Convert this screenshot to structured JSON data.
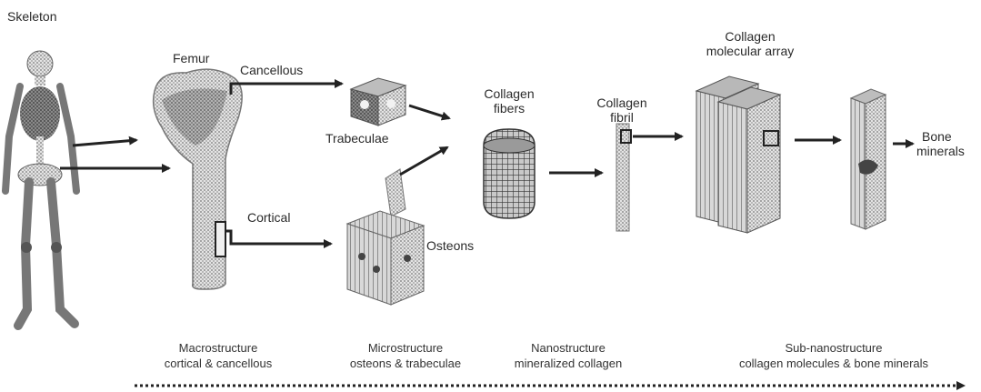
{
  "labels": {
    "skeleton": "Skeleton",
    "femur": "Femur",
    "cancellous": "Cancellous",
    "cortical": "Cortical",
    "trabeculae": "Trabeculae",
    "osteons": "Osteons",
    "collagen_fibers": [
      "Collagen",
      "fibers"
    ],
    "collagen_fibril": [
      "Collagen",
      "fibril"
    ],
    "collagen_molecular_array": [
      "Collagen",
      "molecular array"
    ],
    "bone_minerals": [
      "Bone",
      "minerals"
    ]
  },
  "scales": [
    {
      "title": "Macrostructure",
      "subtitle": "cortical & cancellous"
    },
    {
      "title": "Microstructure",
      "subtitle": "osteons & trabeculae"
    },
    {
      "title": "Nanostructure",
      "subtitle": "mineralized collagen"
    },
    {
      "title": "Sub-nanostructure",
      "subtitle": "collagen molecules & bone minerals"
    }
  ],
  "colors": {
    "ink": "#222222",
    "gray": "#9a9a9a",
    "dark": "#555555"
  }
}
